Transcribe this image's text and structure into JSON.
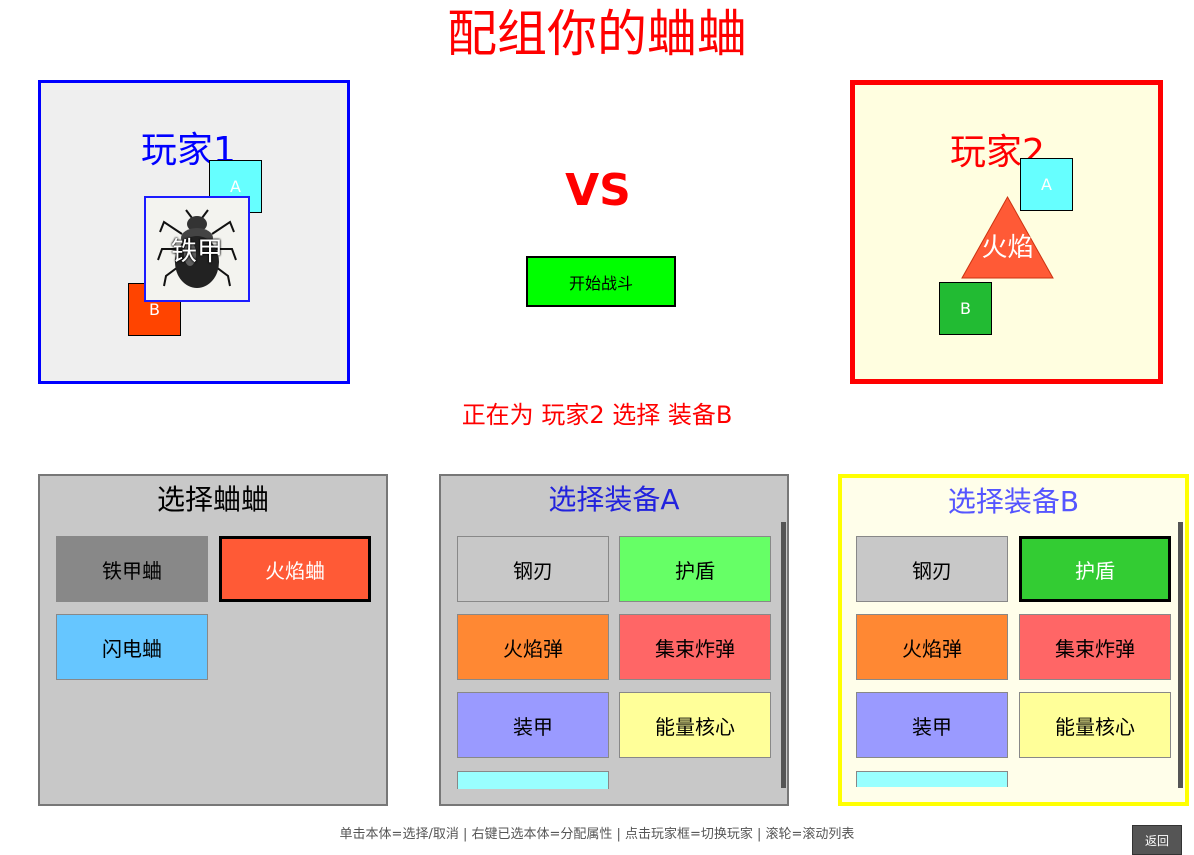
{
  "title": "配组你的蛐蛐",
  "player1": {
    "title": "玩家1",
    "slot_a": "A",
    "slot_b": "B",
    "cricket_label": "铁甲",
    "border_color": "#0000ff"
  },
  "player2": {
    "title": "玩家2",
    "slot_a": "A",
    "slot_b": "B",
    "cricket_label": "火焰",
    "border_color": "#ff0000"
  },
  "vs": "VS",
  "start_button": "开始战斗",
  "status": "正在为 玩家2 选择 装备B",
  "panels": {
    "cricket": {
      "title": "选择蛐蛐",
      "items": [
        "铁甲蛐",
        "火焰蛐",
        "闪电蛐"
      ]
    },
    "equip_a": {
      "title": "选择装备A",
      "items": [
        "钢刃",
        "护盾",
        "火焰弹",
        "集束炸弹",
        "装甲",
        "能量核心"
      ]
    },
    "equip_b": {
      "title": "选择装备B",
      "items": [
        "钢刃",
        "护盾",
        "火焰弹",
        "集束炸弹",
        "装甲",
        "能量核心"
      ]
    }
  },
  "hint": "单击本体=选择/取消 | 右键已选本体=分配属性 | 点击玩家框=切换玩家 | 滚轮=滚动列表",
  "back_button": "返回",
  "colors": {
    "accent_red": "#ff0000",
    "selected_border": "#000000",
    "panel_b_border": "#ffff00"
  }
}
